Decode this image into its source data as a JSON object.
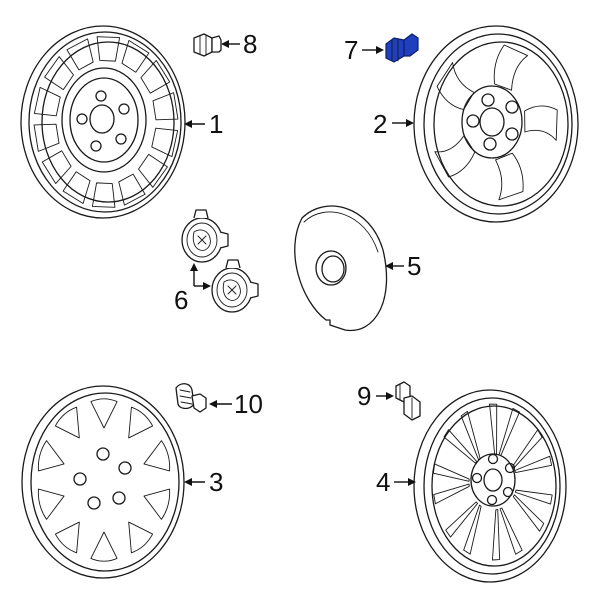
{
  "diagram": {
    "highlight_color": "#1f3fbf",
    "highlighted_part": "7",
    "callouts": [
      {
        "id": "c1",
        "label": "1"
      },
      {
        "id": "c2",
        "label": "2"
      },
      {
        "id": "c3",
        "label": "3"
      },
      {
        "id": "c4",
        "label": "4"
      },
      {
        "id": "c5",
        "label": "5"
      },
      {
        "id": "c6",
        "label": "6"
      },
      {
        "id": "c7",
        "label": "7"
      },
      {
        "id": "c8",
        "label": "8"
      },
      {
        "id": "c9",
        "label": "9"
      },
      {
        "id": "c10",
        "label": "10"
      }
    ]
  }
}
